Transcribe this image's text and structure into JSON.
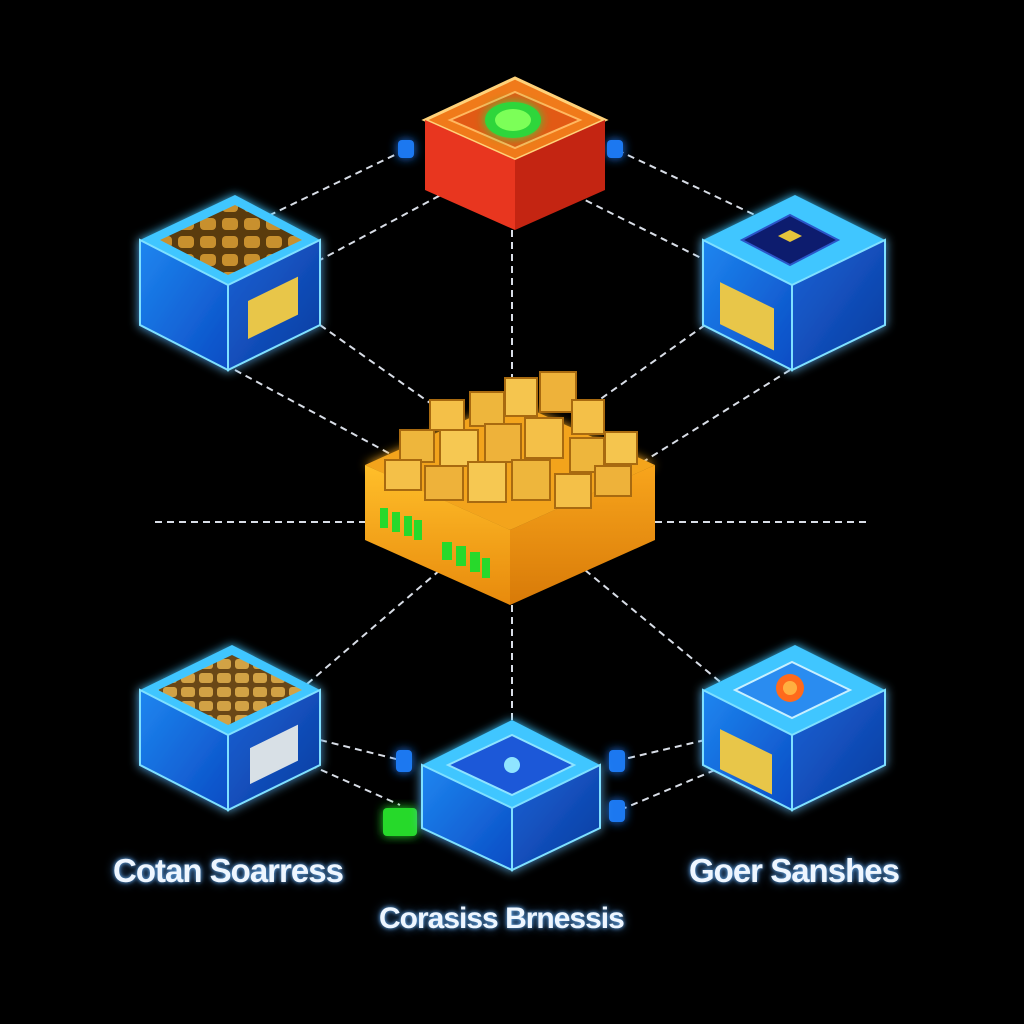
{
  "colors": {
    "background": "#000000",
    "connector": "#d8dde6",
    "blue_node": "#1b73e8",
    "blue_glow": "#3fc6ff",
    "red_node": "#e8361f",
    "orange_node": "#f3a41c",
    "green_accent": "#27d92b"
  },
  "icons": [
    "honeycomb-grid-icon",
    "chip-icon",
    "virus-icon",
    "circuit-board-icon",
    "nugget-grid-icon",
    "cluster-blocks-icon"
  ],
  "labels": {
    "left": "Cotan Soarress",
    "right": "Goer Sanshes",
    "bottom": "Corasiss Brnessis"
  }
}
